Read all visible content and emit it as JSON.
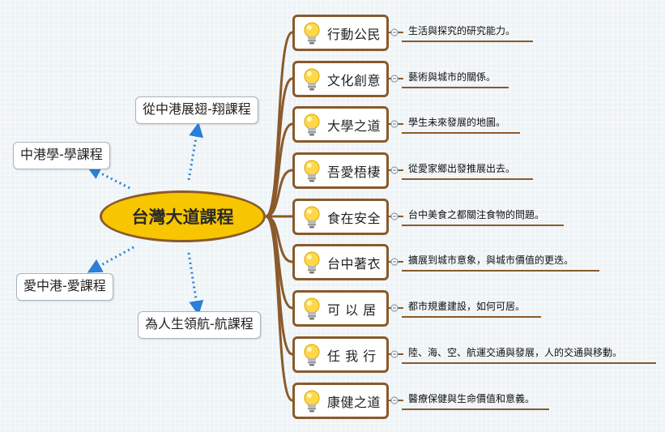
{
  "central": {
    "label": "台灣大道課程"
  },
  "topics": {
    "top": "從中港展翅-翔課程",
    "upper_left": "中港學-學課程",
    "lower_left": "愛中港-愛課程",
    "bottom": "為人生領航-航課程"
  },
  "branches": [
    {
      "label": "行動公民",
      "note": "生活與探究的研究能力。"
    },
    {
      "label": "文化創意",
      "note": "藝術與城市的關係。"
    },
    {
      "label": "大學之道",
      "note": "學生未來發展的地圖。"
    },
    {
      "label": "吾愛梧棲",
      "note": "從愛家鄉出發推展出去。"
    },
    {
      "label": "食在安全",
      "note": "台中美食之都關注食物的問題。"
    },
    {
      "label": "台中著衣",
      "note": "擴展到城市意象，與城市價值的更迭。"
    },
    {
      "label": "可 以 居",
      "note": "都市規畫建設，如何可居。"
    },
    {
      "label": "任 我 行",
      "note": "陸、海、空、航運交通與發展，人的交通與移動。"
    },
    {
      "label": "康健之道",
      "note": "醫療保健與生命價值和意義。"
    }
  ],
  "colors": {
    "central_fill": "#f7c600",
    "connector": "#8a5a2b",
    "dotted_arrow": "#2a7fd6",
    "bulb": "#ffd84a"
  },
  "icons": {
    "branch_icon": "lightbulb-icon"
  }
}
